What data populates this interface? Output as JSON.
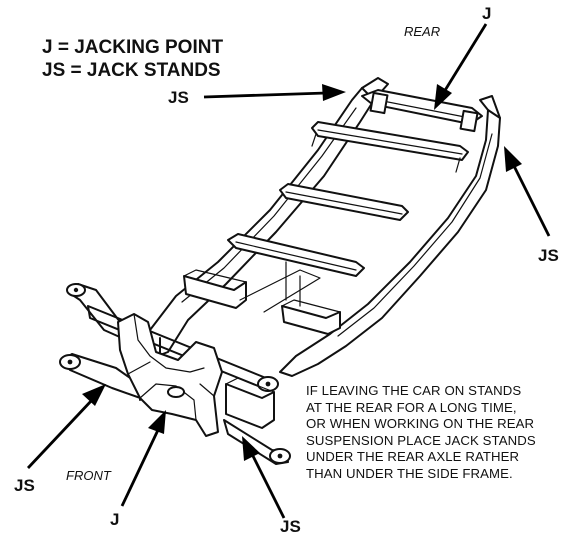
{
  "legend": {
    "line1": "J = JACKING POINT",
    "line2": "JS = JACK STANDS"
  },
  "directions": {
    "rear": "REAR",
    "front": "FRONT"
  },
  "labels": {
    "js_rear_left": "JS",
    "j_rear": "J",
    "js_rear_right": "JS",
    "js_front_left": "JS",
    "j_front": "J",
    "js_front_right": "JS"
  },
  "note": {
    "lines": [
      "IF LEAVING THE CAR ON STANDS",
      "AT THE REAR FOR A LONG TIME,",
      "OR WHEN WORKING ON THE REAR",
      "SUSPENSION PLACE JACK STANDS",
      "UNDER THE REAR AXLE RATHER",
      "THAN UNDER THE SIDE FRAME."
    ]
  },
  "colors": {
    "ink": "#111111",
    "background": "#ffffff"
  }
}
